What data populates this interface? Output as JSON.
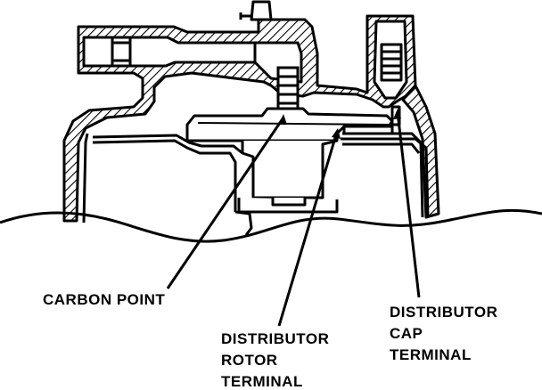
{
  "labels": {
    "carbon_point": "CARBON POINT",
    "rotor_terminal": [
      "DISTRIBUTOR",
      "ROTOR",
      "TERMINAL"
    ],
    "cap_terminal": [
      "DISTRIBUTOR",
      "CAP",
      "TERMINAL"
    ]
  },
  "colors": {
    "ink": "#000000",
    "paper": "#ffffff"
  }
}
